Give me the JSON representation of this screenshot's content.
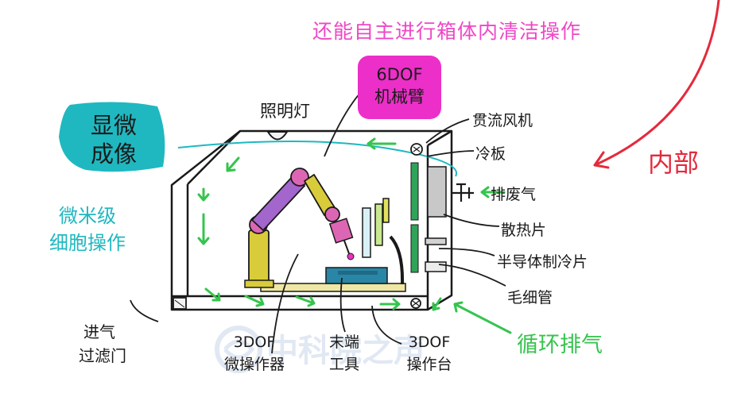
{
  "colors": {
    "outline": "#1a1a1a",
    "teal": "#1fb8c0",
    "magenta": "#ec2fc8",
    "pink_text": "#ee48c6",
    "green": "#36c44e",
    "red": "#e42a3c",
    "arm_yellow": "#d9cc3a",
    "arm_purple": "#a366cc",
    "arm_pink": "#dc66b4",
    "stage": "#2a86a6",
    "plate": "#efe7a4"
  },
  "labels": {
    "top_note": "还能自主进行箱体内清洁操作",
    "arm_6dof": [
      "6DOF",
      "机械臂"
    ],
    "lighting": "照明灯",
    "microscopic_imaging": [
      "显微",
      "成像"
    ],
    "micro_cell_ops": [
      "微米级",
      "细胞操作"
    ],
    "cross_flow_fan": "贯流风机",
    "cold_plate": "冷板",
    "exhaust": "排废气",
    "heat_fins": "散热片",
    "semiconductor_cooler": "半导体制冷片",
    "capillary": "毛细管",
    "inner": "内部",
    "intake_filter": [
      "进气",
      "过滤门"
    ],
    "micro_manipulator_3dof": [
      "3DOF",
      "微操作器"
    ],
    "end_tool": [
      "末端",
      "工具"
    ],
    "stage_3dof": [
      "3DOF",
      "操作台"
    ],
    "circulation_exhaust": "循环排气",
    "watermark": "中科院之声"
  }
}
